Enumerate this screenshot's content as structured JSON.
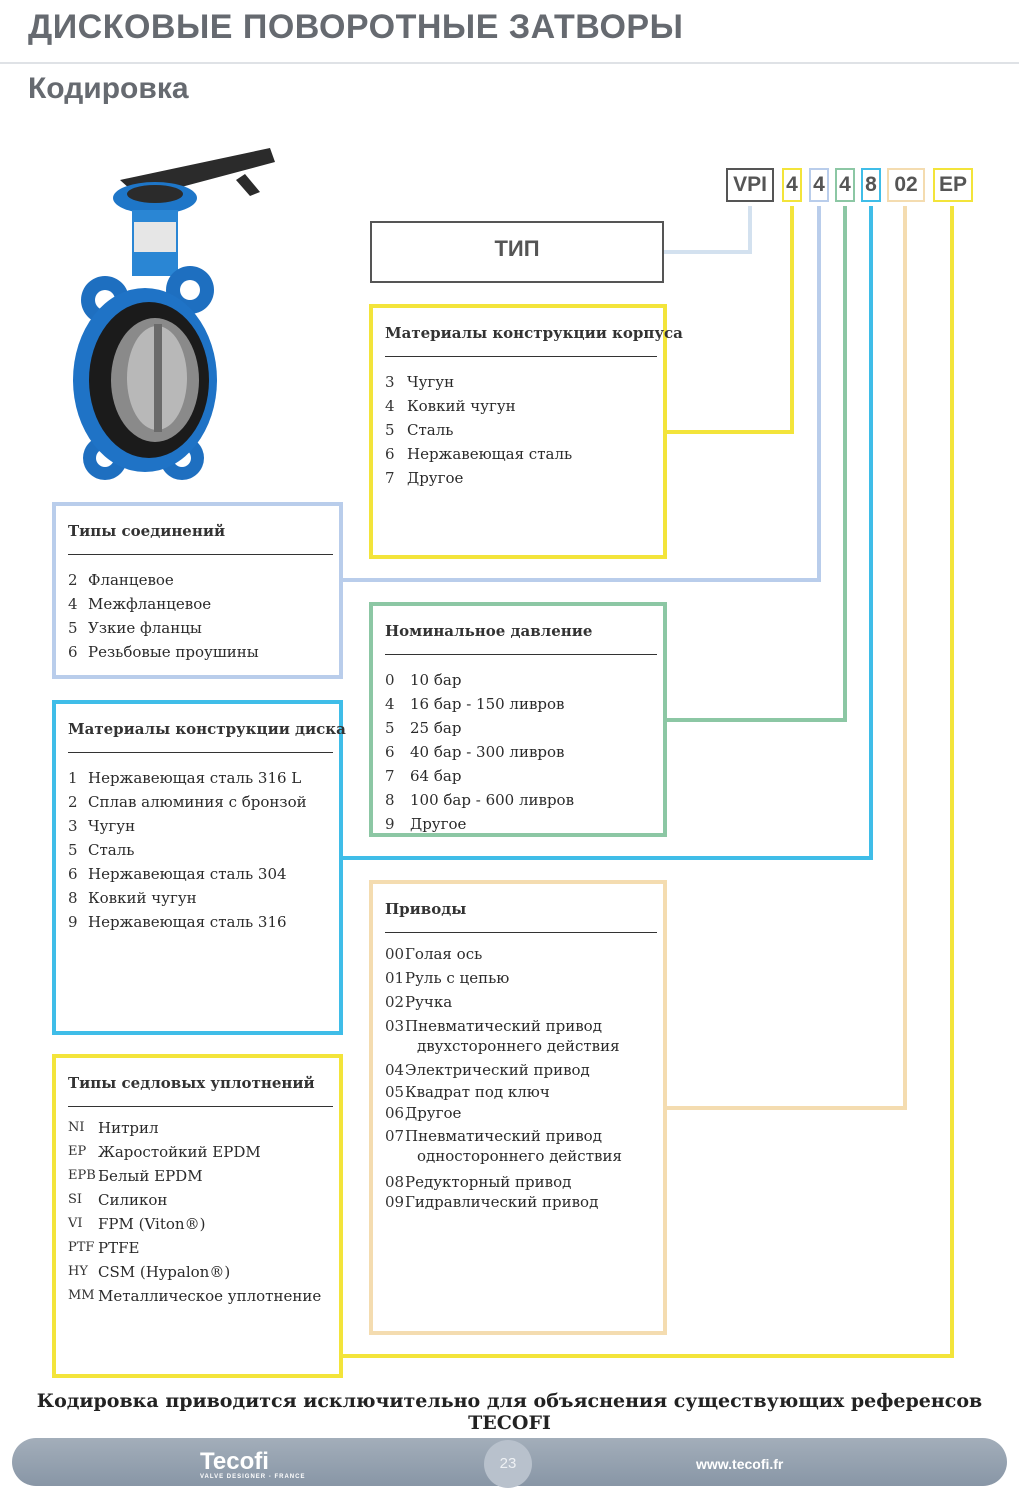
{
  "header": {
    "title": "ДИСКОВЫЕ ПОВОРОТНЫЕ ЗАТВОРЫ",
    "subtitle": "Кодировка"
  },
  "code": {
    "segments": [
      "VPI",
      "4",
      "4",
      "4",
      "8",
      "02",
      "EP"
    ],
    "colors": [
      "#555555",
      "#f3e43a",
      "#b9cdeb",
      "#8cc7a4",
      "#3fbde8",
      "#f4dcb0",
      "#f3e43a"
    ]
  },
  "type_box": {
    "label": "ТИП"
  },
  "body_materials": {
    "title": "Материалы конструкции корпуса",
    "color": "#f3e43a",
    "items": [
      {
        "code": "3",
        "label": "Чугун"
      },
      {
        "code": "4",
        "label": "Ковкий чугун"
      },
      {
        "code": "5",
        "label": "Сталь"
      },
      {
        "code": "6",
        "label": "Нержавеющая сталь"
      },
      {
        "code": "7",
        "label": "Другое"
      }
    ]
  },
  "connections": {
    "title": "Типы соединений",
    "color": "#b9cdeb",
    "items": [
      {
        "code": "2",
        "label": "Фланцевое"
      },
      {
        "code": "4",
        "label": "Межфланцевое"
      },
      {
        "code": "5",
        "label": "Узкие фланцы"
      },
      {
        "code": "6",
        "label": "Резьбовые проушины"
      }
    ]
  },
  "pressure": {
    "title": "Номинальное давление",
    "color": "#8cc7a4",
    "items": [
      {
        "code": "0",
        "label": "10 бар"
      },
      {
        "code": "4",
        "label": "16 бар - 150 ливров"
      },
      {
        "code": "5",
        "label": "25 бар"
      },
      {
        "code": "6",
        "label": "40 бар - 300 ливров"
      },
      {
        "code": "7",
        "label": "64 бар"
      },
      {
        "code": "8",
        "label": "100 бар - 600 ливров"
      },
      {
        "code": "9",
        "label": "Другое"
      }
    ]
  },
  "disc_materials": {
    "title": "Материалы конструкции диска",
    "color": "#3fbde8",
    "items": [
      {
        "code": "1",
        "label": "Нержавеющая сталь 316 L"
      },
      {
        "code": "2",
        "label": "Сплав алюминия с бронзой"
      },
      {
        "code": "3",
        "label": "Чугун"
      },
      {
        "code": "5",
        "label": "Сталь"
      },
      {
        "code": "6",
        "label": "Нержавеющая сталь 304"
      },
      {
        "code": "8",
        "label": "Ковкий чугун"
      },
      {
        "code": "9",
        "label": "Нержавеющая сталь 316"
      }
    ]
  },
  "actuators": {
    "title": "Приводы",
    "color": "#f4dcb0",
    "items": [
      {
        "code": "00",
        "label": "Голая ось"
      },
      {
        "code": "01",
        "label": "Руль с цепью"
      },
      {
        "code": "02",
        "label": "Ручка"
      },
      {
        "code": "03",
        "label": "Пневматический привод",
        "label2": "двухстороннего действия"
      },
      {
        "code": "04",
        "label": "Электрический привод"
      },
      {
        "code": "05",
        "label": "Квадрат под ключ"
      },
      {
        "code": "06",
        "label": "Другое"
      },
      {
        "code": "07",
        "label": "Пневматический привод",
        "label2": "одностороннего действия"
      },
      {
        "code": "08",
        "label": "Редукторный привод"
      },
      {
        "code": "09",
        "label": "Гидравлический привод"
      }
    ]
  },
  "seat_seals": {
    "title": "Типы седловых уплотнений",
    "color": "#f3e43a",
    "items": [
      {
        "code": "NI",
        "label": "Нитрил"
      },
      {
        "code": "EP",
        "label": "Жаростойкий EPDM"
      },
      {
        "code": "EPB",
        "label": "Белый EPDM"
      },
      {
        "code": "SI",
        "label": "Силикон"
      },
      {
        "code": "VI",
        "label": "FPM (Viton®)"
      },
      {
        "code": "PTF",
        "label": "PTFE"
      },
      {
        "code": "HY",
        "label": "CSM (Hypalon®)"
      },
      {
        "code": "MM",
        "label": "Металлическое уплотнение"
      }
    ]
  },
  "footnote": "Кодировка приводится исключительно для объяснения существующих референсов TECOFI",
  "footer": {
    "brand": "Tecofi",
    "tagline": "VALVE DESIGNER - FRANCE",
    "page": "23",
    "website": "www.tecofi.fr"
  }
}
